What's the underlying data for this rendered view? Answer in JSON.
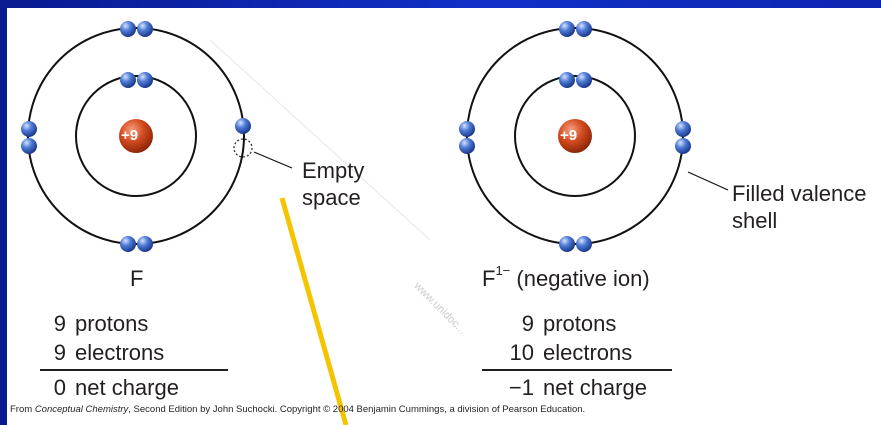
{
  "atom_left": {
    "nucleus": "+9",
    "symbol": "F",
    "callout": [
      "Empty",
      "space"
    ],
    "protons": {
      "num": "9",
      "word": "protons"
    },
    "electrons": {
      "num": "9",
      "word": "electrons"
    },
    "net": {
      "num": "0",
      "word": "net charge"
    }
  },
  "atom_right": {
    "nucleus": "+9",
    "symbol": "F",
    "charge": "1−",
    "symbol_note": " (negative ion)",
    "callout": [
      "Filled valence",
      "shell"
    ],
    "protons": {
      "num": "9",
      "word": "protons"
    },
    "electrons": {
      "num": "10",
      "word": "electrons"
    },
    "net": {
      "num": "−1",
      "word": "net charge"
    }
  },
  "credit": {
    "prefix": "From ",
    "book": "Conceptual Chemistry",
    "rest": ", Second Edition by John Suchocki. Copyright © 2004 Benjamin Cummings, a division of Pearson Education."
  },
  "watermark": "www.unidoc...",
  "colors": {
    "background": "#0b1fa8",
    "nucleus": "#c8401a",
    "electron": "#3a67c8",
    "highlight_line": "#f5c400"
  }
}
